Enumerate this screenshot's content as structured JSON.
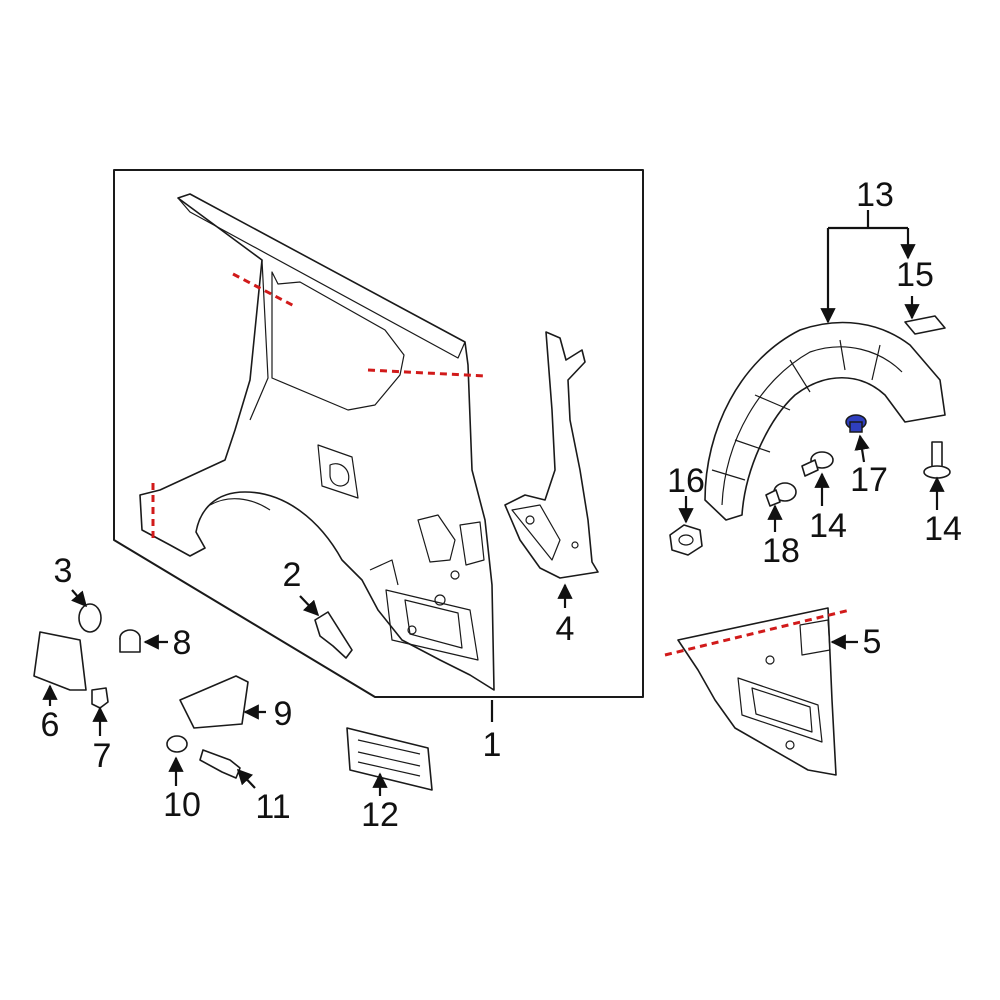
{
  "callouts": {
    "c1": "1",
    "c2": "2",
    "c3": "3",
    "c4": "4",
    "c5": "5",
    "c6": "6",
    "c7": "7",
    "c8": "8",
    "c9": "9",
    "c10": "10",
    "c11": "11",
    "c12": "12",
    "c13": "13",
    "c14a": "14",
    "c14b": "14",
    "c15": "15",
    "c16": "16",
    "c17": "17",
    "c18": "18"
  },
  "colors": {
    "line": "#1a1a1a",
    "cut_line": "#d11a1a",
    "highlight_part": "#2f3fbf"
  },
  "highlighted_part": "17"
}
